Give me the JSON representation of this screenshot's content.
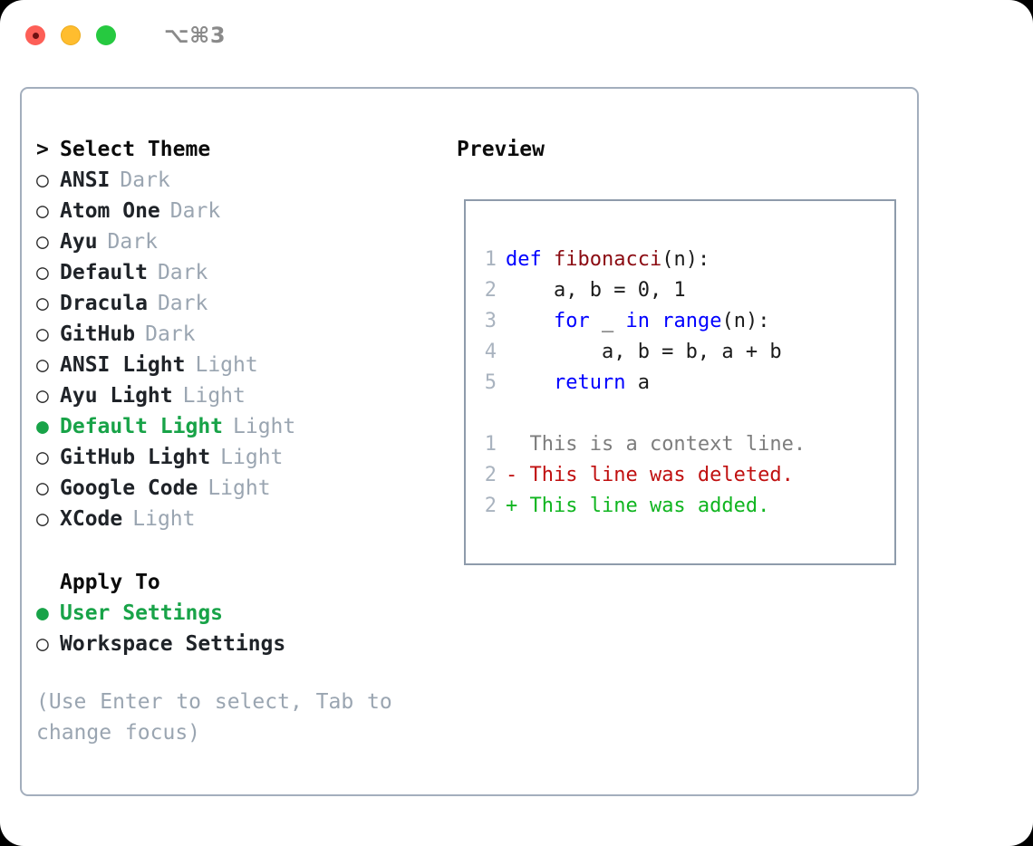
{
  "titlebar": {
    "shortcut": "⌥⌘3",
    "lights": [
      "close",
      "minimize",
      "zoom"
    ]
  },
  "theme_picker": {
    "header": {
      "marker": ">",
      "label": "Select Theme"
    },
    "items": [
      {
        "marker": "○",
        "label": "ANSI",
        "tag": "Dark",
        "selected": false
      },
      {
        "marker": "○",
        "label": "Atom One",
        "tag": "Dark",
        "selected": false
      },
      {
        "marker": "○",
        "label": "Ayu",
        "tag": "Dark",
        "selected": false
      },
      {
        "marker": "○",
        "label": "Default",
        "tag": "Dark",
        "selected": false
      },
      {
        "marker": "○",
        "label": "Dracula",
        "tag": "Dark",
        "selected": false
      },
      {
        "marker": "○",
        "label": "GitHub",
        "tag": "Dark",
        "selected": false
      },
      {
        "marker": "○",
        "label": "ANSI Light",
        "tag": "Light",
        "selected": false
      },
      {
        "marker": "○",
        "label": "Ayu Light",
        "tag": "Light",
        "selected": false
      },
      {
        "marker": "●",
        "label": "Default Light",
        "tag": "Light",
        "selected": true
      },
      {
        "marker": "○",
        "label": "GitHub Light",
        "tag": "Light",
        "selected": false
      },
      {
        "marker": "○",
        "label": "Google Code",
        "tag": "Light",
        "selected": false
      },
      {
        "marker": "○",
        "label": "XCode",
        "tag": "Light",
        "selected": false
      }
    ]
  },
  "apply_to": {
    "header": {
      "label": "Apply To"
    },
    "items": [
      {
        "marker": "●",
        "label": "User Settings",
        "selected": true
      },
      {
        "marker": "○",
        "label": "Workspace Settings",
        "selected": false
      }
    ]
  },
  "hint": "(Use Enter to select, Tab to change focus)",
  "preview": {
    "title": "Preview",
    "code_lines": [
      {
        "number": "1",
        "tokens": [
          {
            "text": "def ",
            "type": "kw"
          },
          {
            "text": "fibonacci",
            "type": "fn"
          },
          {
            "text": "(n):",
            "type": "plain"
          }
        ]
      },
      {
        "number": "2",
        "tokens": [
          {
            "text": "    a, b = 0, 1",
            "type": "plain"
          }
        ]
      },
      {
        "number": "3",
        "tokens": [
          {
            "text": "    ",
            "type": "plain"
          },
          {
            "text": "for",
            "type": "kw"
          },
          {
            "text": " _ ",
            "type": "plain"
          },
          {
            "text": "in",
            "type": "kw"
          },
          {
            "text": " ",
            "type": "plain"
          },
          {
            "text": "range",
            "type": "kw"
          },
          {
            "text": "(n):",
            "type": "plain"
          }
        ]
      },
      {
        "number": "4",
        "tokens": [
          {
            "text": "        a, b = b, a + b",
            "type": "plain"
          }
        ]
      },
      {
        "number": "5",
        "tokens": [
          {
            "text": "    ",
            "type": "plain"
          },
          {
            "text": "return",
            "type": "kw"
          },
          {
            "text": " a",
            "type": "plain"
          }
        ]
      }
    ],
    "diff_lines": [
      {
        "number": "1",
        "sign": " ",
        "text": " This is a context line.",
        "type": "ctx"
      },
      {
        "number": "2",
        "sign": "-",
        "text": " This line was deleted.",
        "type": "del"
      },
      {
        "number": "2",
        "sign": "+",
        "text": " This line was added.",
        "type": "add"
      }
    ]
  },
  "colors": {
    "accent_green": "#18a348",
    "muted_gray": "#9aa5b1",
    "border": "#a3aebd",
    "keyword_blue": "#0000ff",
    "function_red": "#8b0b12",
    "diff_delete": "#c01010",
    "diff_add": "#10b520",
    "light_red": "#fd5f57",
    "light_amber": "#ffbd2e",
    "light_green": "#26c940"
  }
}
